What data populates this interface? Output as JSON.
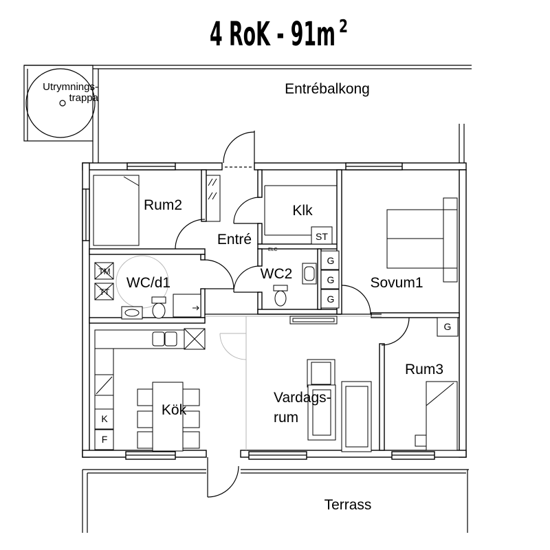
{
  "title": {
    "main": "4 RoK - 91m",
    "sup": "2"
  },
  "stair": {
    "line1": "Utrymnings-",
    "line2": "trappa"
  },
  "rooms": {
    "entrebalkong": "Entrébalkong",
    "rum2": "Rum2",
    "klk": "Klk",
    "entre": "Entré",
    "wc_d1": "WC/d1",
    "wc2": "WC2",
    "sovum1": "Sovum1",
    "rum3": "Rum3",
    "kok": "Kök",
    "vardagsrum_line1": "Vardags-",
    "vardagsrum_line2": "rum",
    "terrass": "Terrass"
  },
  "fixtures": {
    "st": "ST",
    "elc": "ELC",
    "tm": "TM",
    "tt": "TT",
    "g": [
      "G",
      "G",
      "G",
      "G"
    ],
    "k": "K",
    "f": "F"
  },
  "colors": {
    "lines": "#000000",
    "background": "#ffffff",
    "floor_lines": "#b5b5b5"
  }
}
